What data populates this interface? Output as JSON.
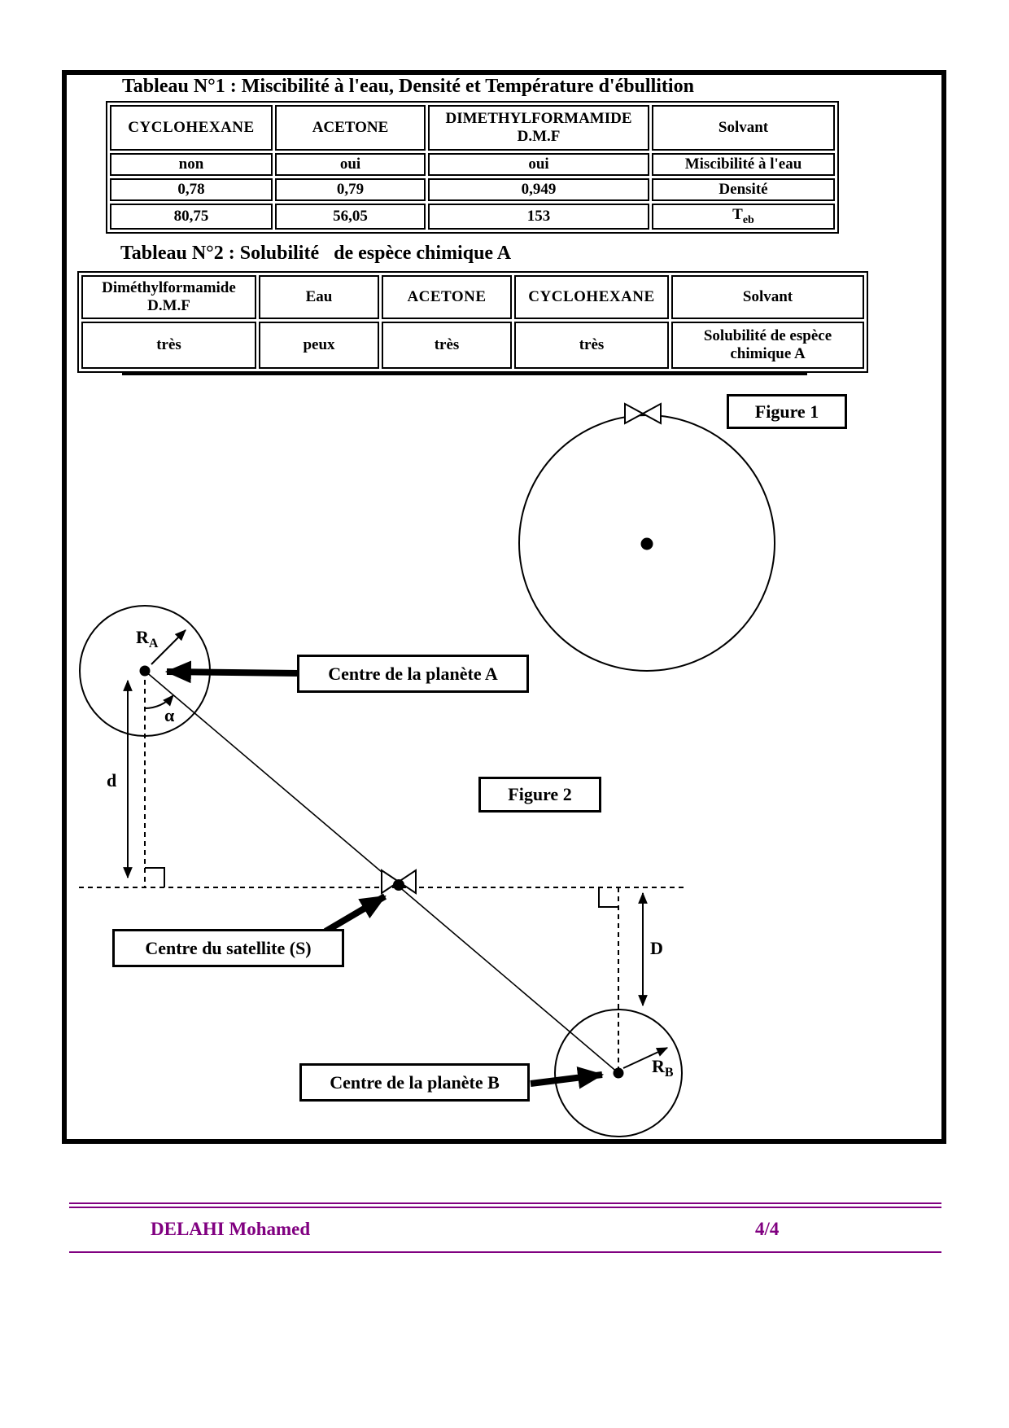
{
  "table1": {
    "title": "Tableau N°1 : Miscibilité à l'eau, Densité et Température d'ébullition",
    "headers": [
      "CYCLOHEXANE",
      "ACETONE",
      "DIMETHYLFORMAMIDE\nD.M.F",
      "Solvant"
    ],
    "rows": [
      [
        "non",
        "oui",
        "oui",
        "Miscibilité à l'eau"
      ],
      [
        "0,78",
        "0,79",
        "0,949",
        "Densité"
      ],
      [
        "80,75",
        "56,05",
        "153"
      ]
    ],
    "teb_base": "T",
    "teb_sub": "eb"
  },
  "table2": {
    "title": "Tableau N°2 : Solubilité   de espèce chimique A",
    "headers": [
      "Diméthylformamide\nD.M.F",
      "Eau",
      "ACETONE",
      "CYCLOHEXANE",
      "Solvant"
    ],
    "rows": [
      [
        "très",
        "peux",
        "très",
        "très",
        "Solubilité de espèce\nchimique A"
      ]
    ]
  },
  "figure1": {
    "label": "Figure 1"
  },
  "figure2": {
    "label": "Figure 2",
    "planet_a_label": "Centre de la planète A",
    "satellite_label": "Centre du satellite (S)",
    "planet_b_label": "Centre de la planète B",
    "radius_a_base": "R",
    "radius_a_sub": "A",
    "radius_b_base": "R",
    "radius_b_sub": "B",
    "distance_small": "d",
    "distance_big": "D",
    "angle": "α"
  },
  "footer": {
    "author": "DELAHI Mohamed",
    "page_number": "4/4",
    "accent_color": "#800080"
  }
}
